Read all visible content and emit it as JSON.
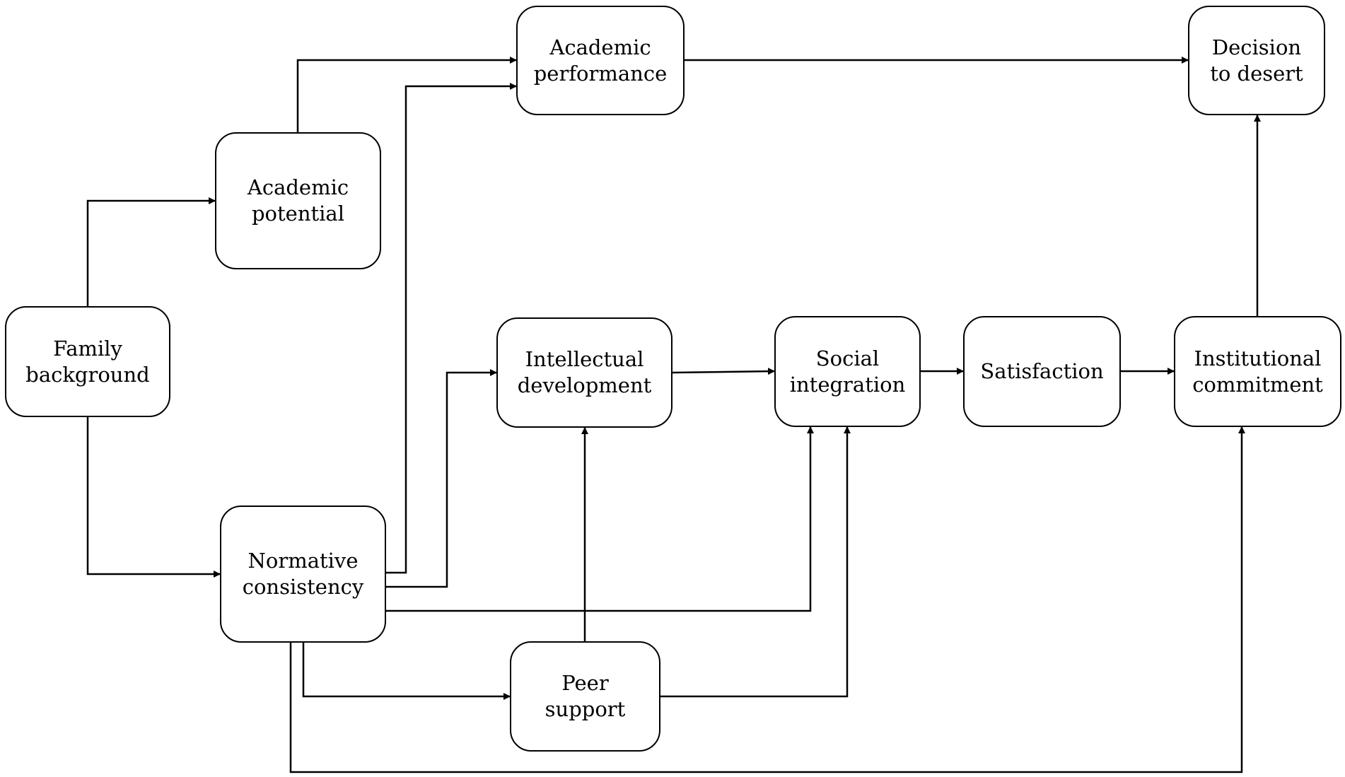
{
  "diagram": {
    "nodes": [
      {
        "id": "academic-performance",
        "lines": [
          "Academic",
          "performance"
        ]
      },
      {
        "id": "decision-to-desert",
        "lines": [
          "Decision",
          "to desert"
        ]
      },
      {
        "id": "academic-potential",
        "lines": [
          "Academic",
          "potential"
        ]
      },
      {
        "id": "family-background",
        "lines": [
          "Family",
          "background"
        ]
      },
      {
        "id": "intellectual-development",
        "lines": [
          "Intellectual",
          "development"
        ]
      },
      {
        "id": "social-integration",
        "lines": [
          "Social",
          "integration"
        ]
      },
      {
        "id": "satisfaction",
        "lines": [
          "Satisfaction"
        ]
      },
      {
        "id": "institutional-commitment",
        "lines": [
          "Institutional",
          "commitment"
        ]
      },
      {
        "id": "normative-consistency",
        "lines": [
          "Normative",
          "consistency"
        ]
      },
      {
        "id": "peer-support",
        "lines": [
          "Peer",
          "support"
        ]
      }
    ],
    "edges": [
      {
        "from": "family-background",
        "to": "academic-potential"
      },
      {
        "from": "family-background",
        "to": "normative-consistency"
      },
      {
        "from": "academic-potential",
        "to": "academic-performance"
      },
      {
        "from": "normative-consistency",
        "to": "academic-performance"
      },
      {
        "from": "academic-performance",
        "to": "decision-to-desert"
      },
      {
        "from": "normative-consistency",
        "to": "intellectual-development"
      },
      {
        "from": "normative-consistency",
        "to": "social-integration"
      },
      {
        "from": "normative-consistency",
        "to": "peer-support"
      },
      {
        "from": "normative-consistency",
        "to": "institutional-commitment"
      },
      {
        "from": "peer-support",
        "to": "intellectual-development"
      },
      {
        "from": "peer-support",
        "to": "social-integration"
      },
      {
        "from": "intellectual-development",
        "to": "social-integration"
      },
      {
        "from": "social-integration",
        "to": "satisfaction"
      },
      {
        "from": "satisfaction",
        "to": "institutional-commitment"
      },
      {
        "from": "institutional-commitment",
        "to": "decision-to-desert"
      }
    ]
  }
}
